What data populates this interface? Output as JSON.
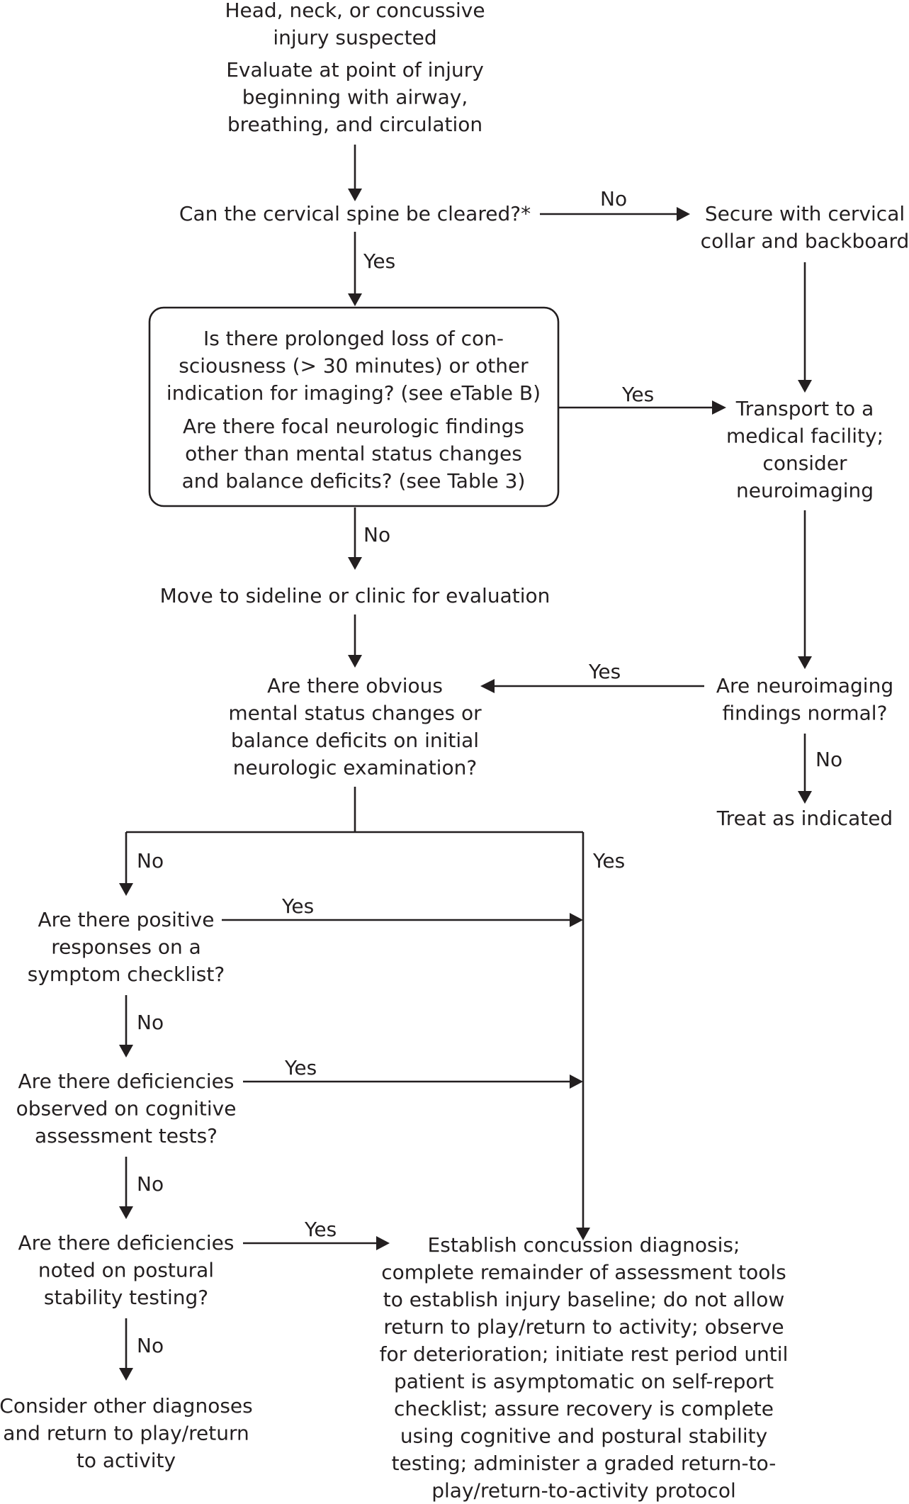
{
  "nodes": {
    "start": [
      "Head, neck, or concussive",
      "injury suspected"
    ],
    "evaluate": [
      "Evaluate at point of injury",
      "beginning with airway,",
      "breathing, and circulation"
    ],
    "cspine": [
      "Can the cervical spine be cleared?*"
    ],
    "secure": [
      "Secure with cervical",
      "collar and backboard"
    ],
    "box_q1": [
      "Is there prolonged loss of con-",
      "sciousness (> 30 minutes) or other",
      "indication for imaging? (see eTable B)"
    ],
    "box_q2": [
      "Are there focal neurologic findings",
      "other than mental status changes",
      "and balance deficits? (see Table 3)"
    ],
    "transport": [
      "Transport to a",
      "medical facility;",
      "consider",
      "neuroimaging"
    ],
    "sideline": [
      "Move to sideline or clinic for evaluation"
    ],
    "mental": [
      "Are there obvious",
      "mental status changes or",
      "balance deficits on initial",
      "neurologic examination?"
    ],
    "neuroimaging": [
      "Are neuroimaging",
      "findings normal?"
    ],
    "treat": [
      "Treat as indicated"
    ],
    "symptom": [
      "Are there positive",
      "responses on a",
      "symptom checklist?"
    ],
    "cognitive": [
      "Are there deficiencies",
      "observed on cognitive",
      "assessment tests?"
    ],
    "postural": [
      "Are there deficiencies",
      "noted on postural",
      "stability testing?"
    ],
    "consider": [
      "Consider other diagnoses",
      "and return to play/return",
      "to activity"
    ],
    "establish": [
      "Establish concussion diagnosis;",
      "complete remainder of assessment tools",
      "to establish injury baseline; do not allow",
      "return to play/return to activity; observe",
      "for deterioration; initiate rest period until",
      "patient is asymptomatic on self-report",
      "checklist; assure recovery is complete",
      "using cognitive and postural stability",
      "testing; administer a graded return-to-",
      "play/return-to-activity protocol"
    ]
  },
  "edge_labels": {
    "cspine_no": "No",
    "cspine_yes": "Yes",
    "box_yes": "Yes",
    "box_no": "No",
    "imaging_yes": "Yes",
    "imaging_no": "No",
    "mental_no": "No",
    "mental_yes": "Yes",
    "symptom_yes": "Yes",
    "symptom_no": "No",
    "cognitive_yes": "Yes",
    "cognitive_no": "No",
    "postural_yes": "Yes",
    "postural_no": "No"
  },
  "colors": {
    "ink": "#231f20",
    "background": "#ffffff"
  }
}
